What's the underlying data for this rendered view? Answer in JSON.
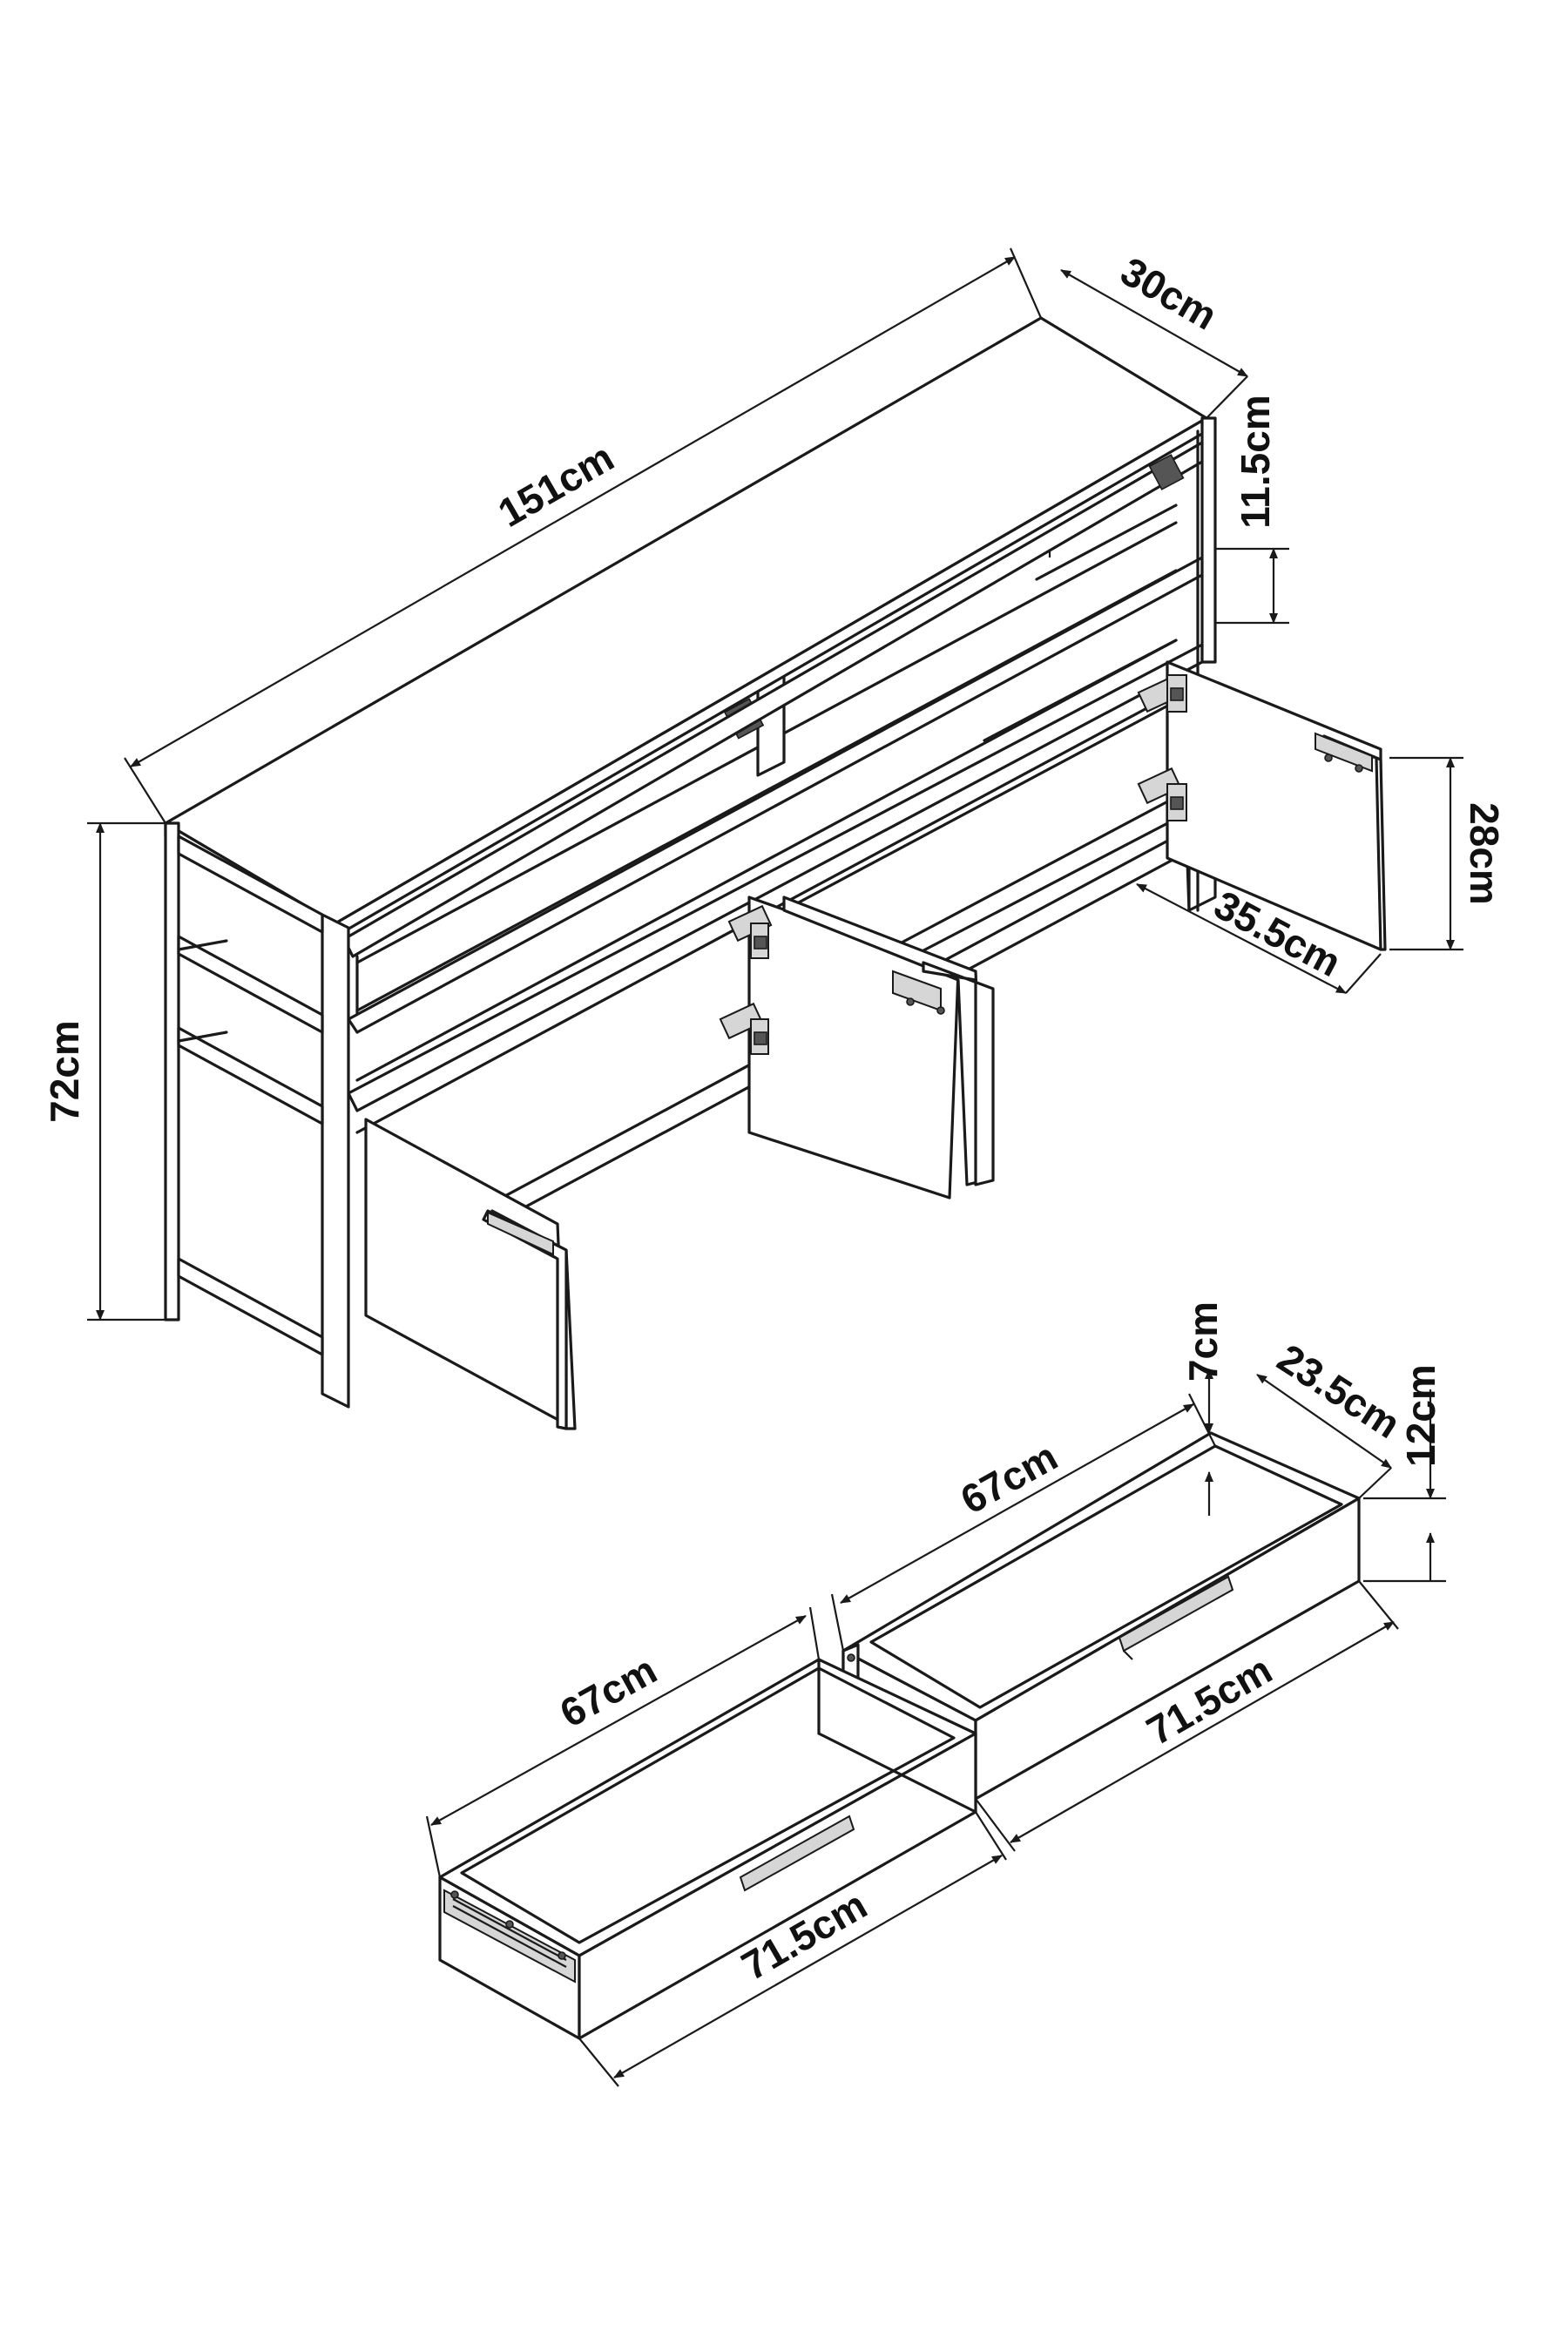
{
  "dimensions": {
    "cabinet_length": "151cm",
    "cabinet_depth": "30cm",
    "top_shelf_height": "11.5cm",
    "cabinet_height": "72cm",
    "door_height": "28cm",
    "door_width": "35.5cm",
    "drawer_inner_height": "7cm",
    "drawer_depth": "23.5cm",
    "drawer_height": "12cm",
    "drawer_right_inner_length": "67cm",
    "drawer_right_outer_length": "71.5cm",
    "drawer_left_inner_length": "67cm",
    "drawer_left_outer_length": "71.5cm"
  }
}
